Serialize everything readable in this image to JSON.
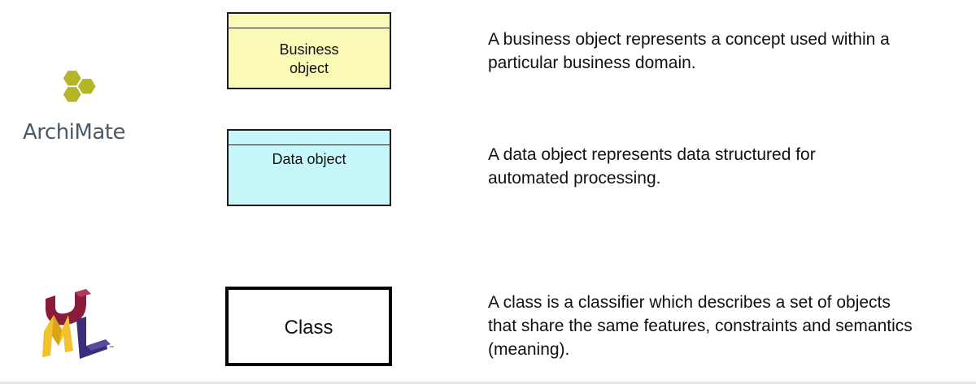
{
  "logos": {
    "archimate": {
      "wordmark": "ArchiMate",
      "hex_color": "#b5b52a",
      "text_color": "#4a5a66",
      "icon": "archimate-hexagons-icon"
    },
    "uml": {
      "icon": "uml-logo-icon",
      "colors": {
        "u": "#8a1b3a",
        "m": "#f2c12e",
        "l": "#3b2d7a"
      },
      "trademark": "™"
    }
  },
  "elements": {
    "business_object": {
      "label": "Business\nobject",
      "fill_color": "#fafab6",
      "description": "A business object represents a concept used within a\nparticular business domain."
    },
    "data_object": {
      "label": "Data object",
      "fill_color": "#c6f8fb",
      "description": "A data object represents data structured for\nautomated processing."
    },
    "class": {
      "label": "Class",
      "fill_color": "#ffffff",
      "description": "A class is a classifier which describes a set of objects\nthat share the same features, constraints and semantics\n(meaning)."
    }
  }
}
